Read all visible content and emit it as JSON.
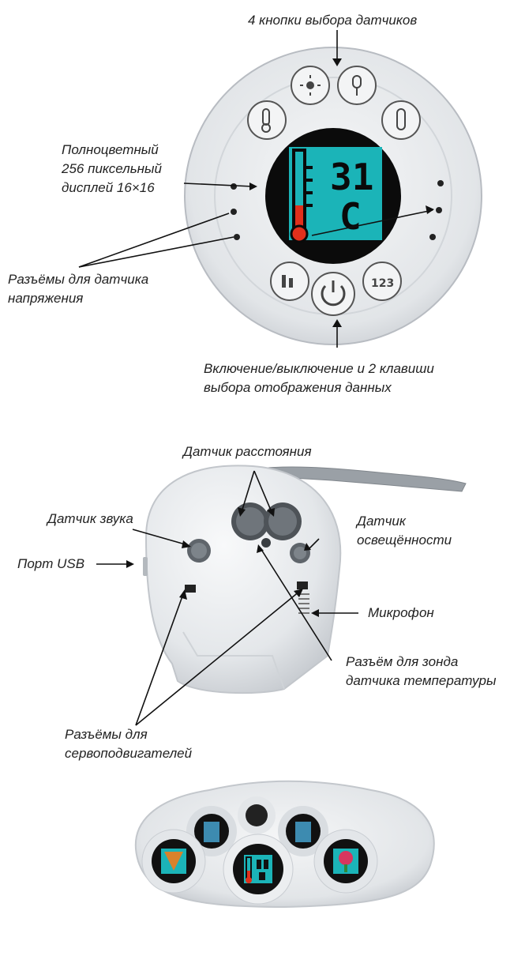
{
  "labels": {
    "sensor_buttons": "4 кнопки выбора датчиков",
    "display": [
      "Полноцветный",
      "256 пиксельный",
      "дисплей 16×16"
    ],
    "voltage_sockets": [
      "Разъёмы для датчика",
      "напряжения"
    ],
    "power_keys": [
      "Включение/выключение и 2 клавиши",
      "выбора отображения данных"
    ],
    "distance_sensor": "Датчик расстояния",
    "sound_sensor": "Датчик звука",
    "usb_port": "Порт USB",
    "light_sensor": [
      "Датчик",
      "освещённости"
    ],
    "microphone": "Микрофон",
    "temp_probe": [
      "Разъём для зонда",
      "датчика температуры"
    ],
    "servo_sockets": [
      "Разъёмы для",
      "сервоподвигателей"
    ]
  },
  "display_readout": {
    "digits": "31",
    "unit": "C"
  },
  "icons": {
    "sensor_buttons": [
      "thermometer-icon",
      "light-icon",
      "sound-icon",
      "distance-icon"
    ],
    "bottom_buttons": [
      "bar-mode-icon",
      "power-icon",
      "number-mode-icon"
    ]
  },
  "colors": {
    "screen_bg": "#1bb4b8",
    "screen_fg": "#0a0a0a",
    "thermo_red": "#e0301c",
    "body": "#e9ecef"
  }
}
